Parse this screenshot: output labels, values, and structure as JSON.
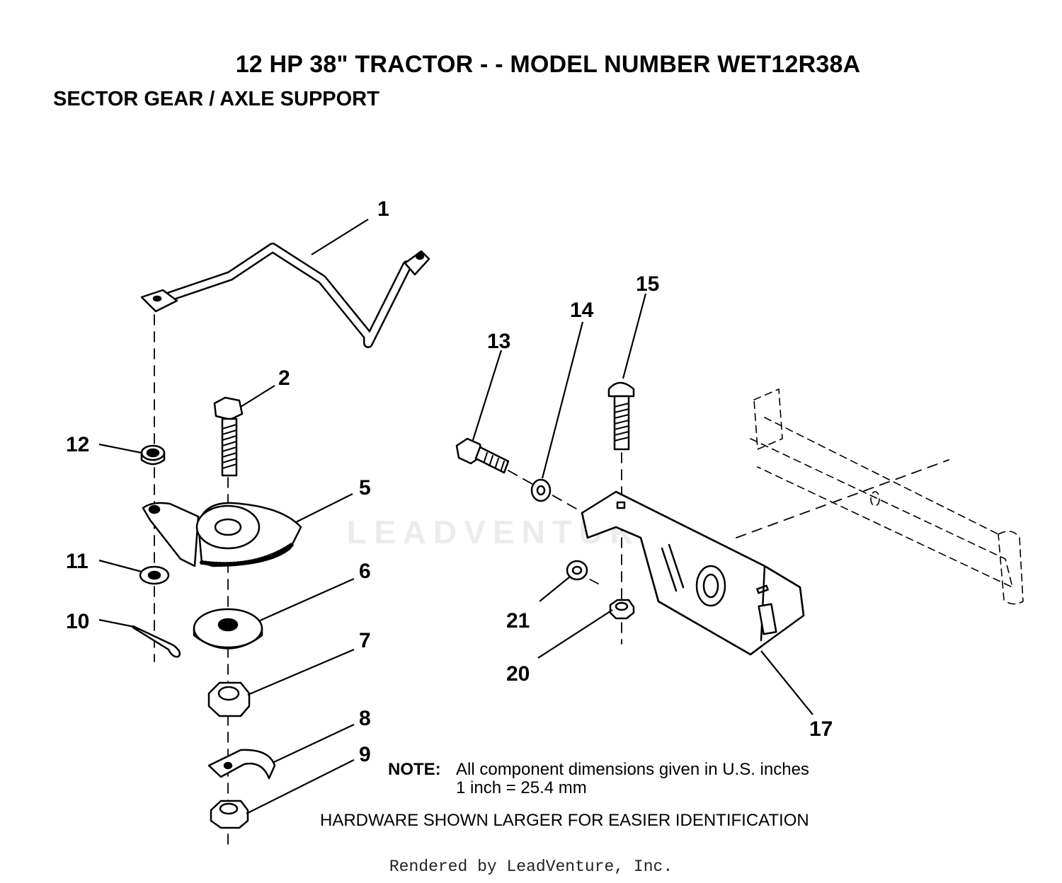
{
  "header": {
    "title": "12 HP 38\" TRACTOR - - MODEL NUMBER WET12R38A",
    "subtitle": "SECTOR GEAR / AXLE SUPPORT"
  },
  "watermark": "LEADVENTURE",
  "callouts": [
    "1",
    "2",
    "5",
    "6",
    "7",
    "8",
    "9",
    "10",
    "11",
    "12",
    "13",
    "14",
    "15",
    "17",
    "20",
    "21"
  ],
  "note": {
    "label": "NOTE:",
    "line1": "All component dimensions given in U.S. inches",
    "line2": "1 inch = 25.4 mm"
  },
  "hardware_note": "HARDWARE SHOWN LARGER FOR EASIER IDENTIFICATION",
  "footer": "Rendered by LeadVenture, Inc."
}
